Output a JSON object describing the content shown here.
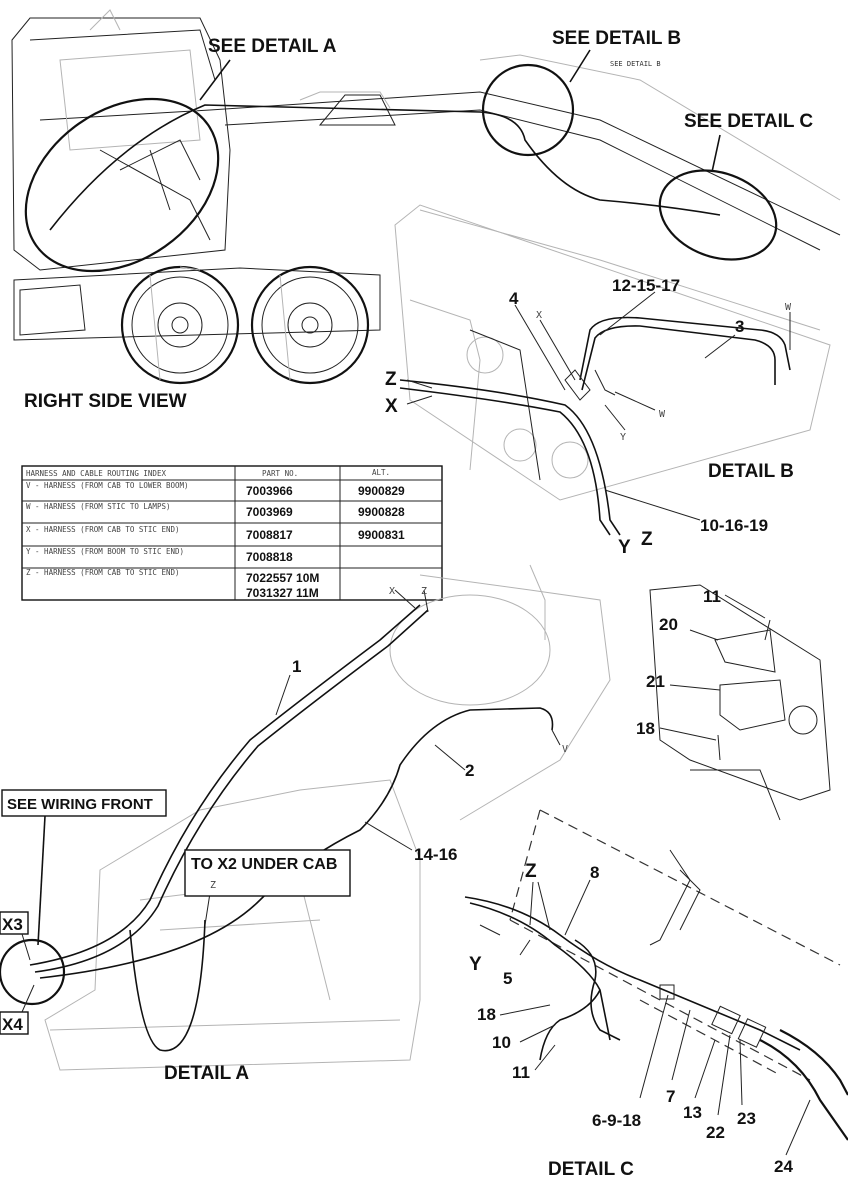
{
  "callouts": {
    "see_detail_a": "SEE DETAIL A",
    "see_detail_b": "SEE DETAIL B",
    "see_detail_b_small": "SEE DETAIL B",
    "see_detail_c": "SEE DETAIL C",
    "right_side_view": "RIGHT SIDE VIEW",
    "detail_a": "DETAIL A",
    "detail_b": "DETAIL B",
    "detail_c": "DETAIL C",
    "see_wiring_front": "SEE WIRING FRONT",
    "to_x2_under_cab": "TO X2 UNDER CAB"
  },
  "labels_b": {
    "l12_15_17": "12-15-17",
    "l4": "4",
    "lX_small": "X",
    "l3": "3",
    "lW_top": "W",
    "lW_mid": "W",
    "lZ": "Z",
    "lX": "X",
    "lY_small": "Y",
    "l10_16_19": "10-16-19",
    "lY_bottom": "Y",
    "lZ_bottom": "Z"
  },
  "labels_a": {
    "lX": "X",
    "lZ": "Z",
    "l1": "1",
    "l2": "2",
    "lV": "V",
    "l14_16": "14-16",
    "lZ_small": "Z",
    "x3": "X3",
    "x4": "X4"
  },
  "labels_bracket": {
    "l11": "11",
    "l20": "20",
    "l21": "21",
    "l18": "18"
  },
  "labels_c": {
    "lZ": "Z",
    "l8": "8",
    "lY": "Y",
    "l5": "5",
    "l18": "18",
    "l10": "10",
    "l11": "11",
    "l7": "7",
    "l6_9_18": "6-9-18",
    "l13": "13",
    "l22": "22",
    "l23": "23",
    "l24": "24"
  },
  "routing_table": {
    "header": {
      "title": "HARNESS AND CABLE ROUTING INDEX",
      "part_no": "PART NO.",
      "alt": "ALT."
    },
    "rows": [
      {
        "desc": "V - HARNESS   (FROM CAB TO LOWER BOOM)",
        "part": "7003966",
        "alt": "9900829"
      },
      {
        "desc": "W - HARNESS   (FROM STIC TO LAMPS)",
        "part": "7003969",
        "alt": "9900828"
      },
      {
        "desc": "X - HARNESS   (FROM CAB TO STIC END)",
        "part": "7008817",
        "alt": "9900831"
      },
      {
        "desc": "Y - HARNESS   (FROM BOOM TO STIC END)",
        "part": "7008818",
        "alt": ""
      },
      {
        "desc": "Z - HARNESS   (FROM CAB TO STIC END)",
        "part": "7022557 10M",
        "alt": ""
      },
      {
        "desc": "",
        "part": "7031327 11M",
        "alt": ""
      }
    ]
  }
}
